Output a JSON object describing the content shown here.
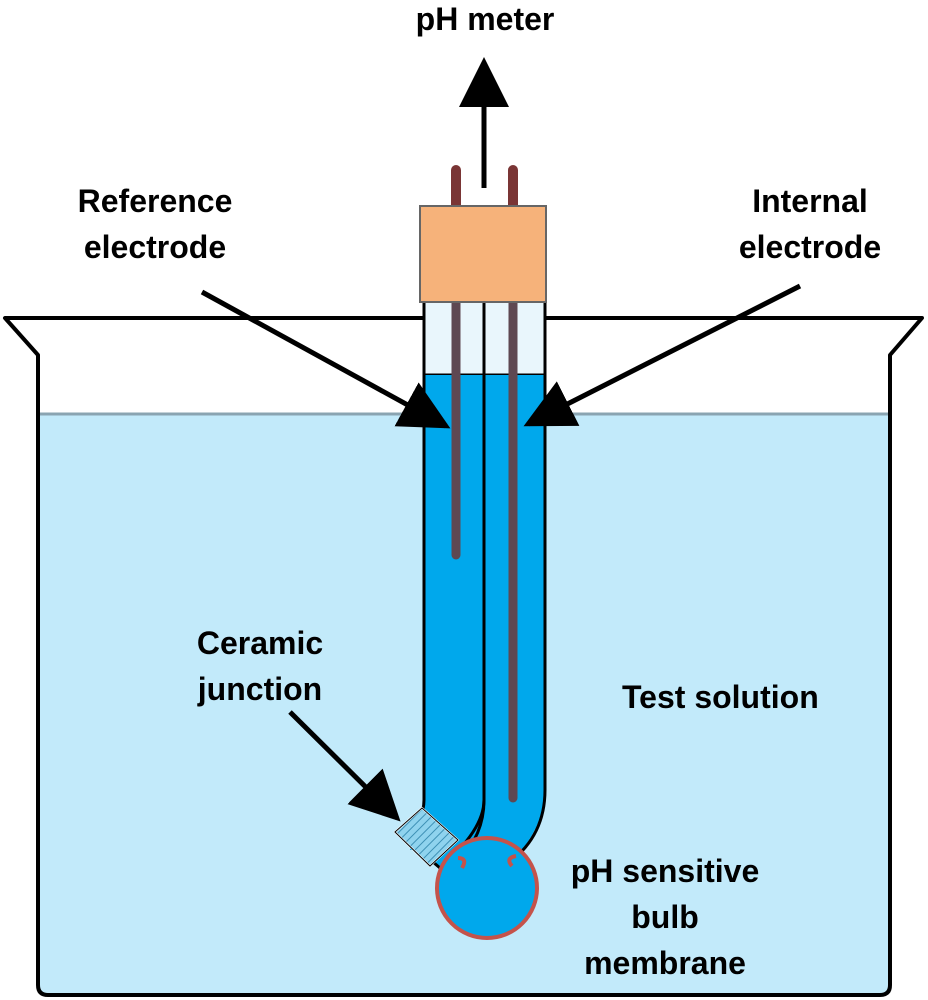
{
  "labels": {
    "ph_meter": "pH meter",
    "reference_electrode": [
      "Reference",
      "electrode"
    ],
    "internal_electrode": [
      "Internal",
      "electrode"
    ],
    "ceramic_junction": [
      "Ceramic",
      "junction"
    ],
    "test_solution": "Test solution",
    "bulb_membrane": [
      "pH sensitive",
      "bulb",
      "membrane"
    ]
  },
  "colors": {
    "solution": "#c2eafa",
    "inner_fill": "#00a8ec",
    "electrode_wire": "#5e4852",
    "connector_cap": "#f6b27a",
    "connector_pin": "#7a3535",
    "bulb_membrane": "#c4534b",
    "junction": "#7dc6e3",
    "outline": "#000000"
  }
}
